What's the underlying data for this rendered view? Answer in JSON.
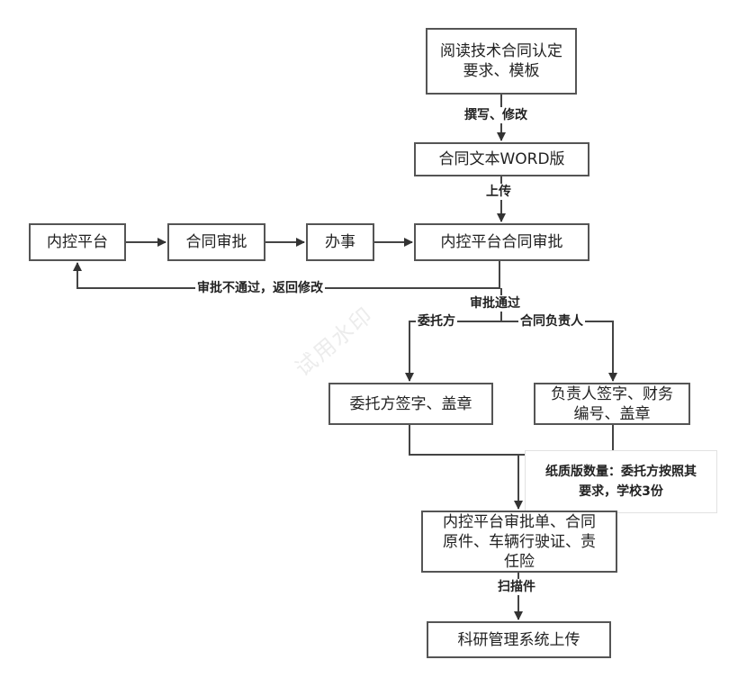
{
  "watermark": "试用水印",
  "nodes": {
    "read_requirements": "阅读技术合同认定要求、模板",
    "contract_word": "合同文本WORD版",
    "platform_approval": "内控平台合同审批",
    "internal_platform": "内控平台",
    "contract_approval": "合同审批",
    "handle_affairs": "办事",
    "client_sign": "委托方签字、盖章",
    "owner_sign": "负责人签字、财务编号、盖章",
    "scan_documents": "内控平台审批单、合同原件、车辆行驶证、责任险",
    "upload_system": "科研管理系统上传"
  },
  "edge_labels": {
    "write_modify": "撰写、修改",
    "upload": "上传",
    "rejected_return": "审批不通过，返回修改",
    "approved": "审批通过",
    "client": "委托方",
    "contract_owner": "合同负责人",
    "scanned": "扫描件"
  },
  "note": "纸质版数量：委托方按照其要求，学校3份"
}
